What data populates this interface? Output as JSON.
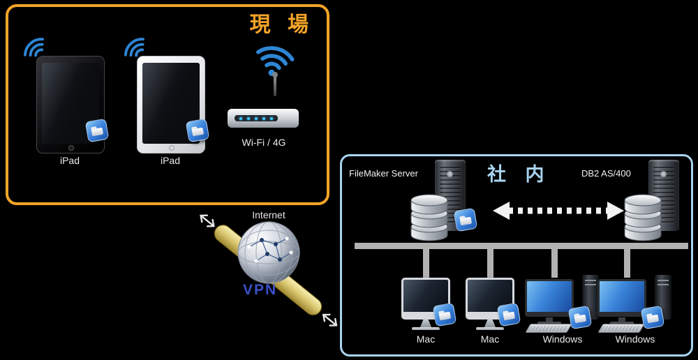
{
  "field_box": {
    "title": "現 場",
    "ipad1_label": "iPad",
    "ipad2_label": "iPad",
    "router_label": "Wi-Fi / 4G"
  },
  "link": {
    "internet_label": "Internet",
    "vpn_label": "VPN"
  },
  "office_box": {
    "title": "社 内",
    "filemaker_label": "FileMaker Server",
    "db2_label": "DB2  AS/400",
    "clients": [
      {
        "label": "Mac"
      },
      {
        "label": "Mac"
      },
      {
        "label": "Windows"
      },
      {
        "label": "Windows"
      }
    ]
  },
  "colors": {
    "background": "#000000",
    "field_border": "#f5a429",
    "office_border": "#a8d4ee",
    "vpn_text": "#3a50c8",
    "wifi_blue": "#2e86d4",
    "app_icon_blue": "#3b82dc",
    "bus_gray": "#b2b2b2",
    "label_text": "#e9e9e9"
  }
}
